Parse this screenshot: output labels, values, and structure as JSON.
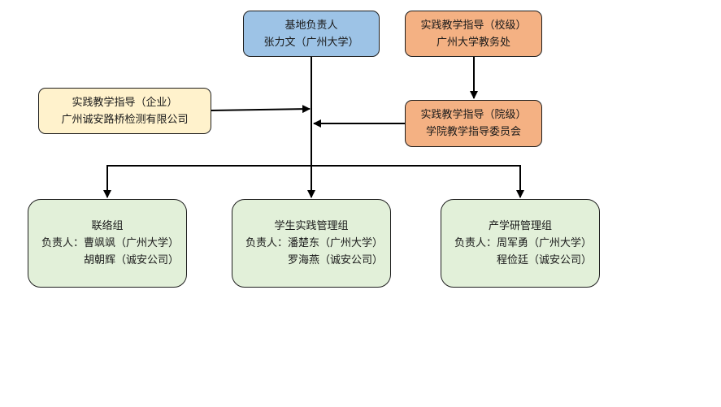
{
  "colors": {
    "blue": "#9dc3e6",
    "orange": "#f4b183",
    "yellow": "#fff2cc",
    "green": "#e2f0d9",
    "line": "#000000"
  },
  "base_leader": {
    "title": "基地负责人",
    "person": "张力文（广州大学）"
  },
  "guide_school": {
    "title": "实践教学指导（校级）",
    "unit": "广州大学教务处"
  },
  "guide_college": {
    "title": "实践教学指导（院级）",
    "unit": "学院教学指导委员会"
  },
  "guide_enterprise": {
    "title": "实践教学指导（企业）",
    "unit": "广州诚安路桥检测有限公司"
  },
  "groups": [
    {
      "title": "联络组",
      "lead": "负责人：曹飒飒（广州大学）",
      "member": "胡朝辉（诚安公司）"
    },
    {
      "title": "学生实践管理组",
      "lead": "负责人：潘楚东（广州大学）",
      "member": "罗海燕（诚安公司）"
    },
    {
      "title": "产学研管理组",
      "lead": "负责人：周军勇（广州大学）",
      "member": "程俭廷（诚安公司）"
    }
  ]
}
